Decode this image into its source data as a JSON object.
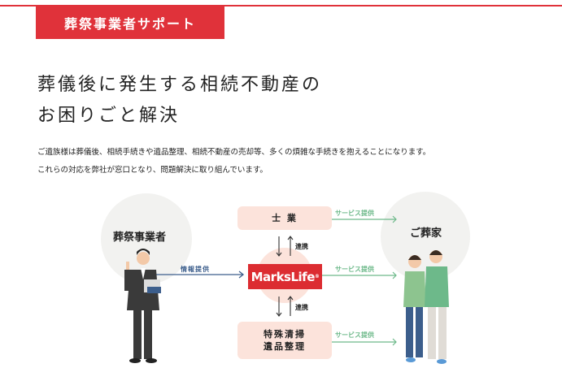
{
  "header": {
    "tag": "葬祭事業者サポート",
    "title_line1": "葬儀後に発生する相続不動産の",
    "title_line2": "お困りごと解決"
  },
  "intro": {
    "line1": "ご遺族様は葬儀後、相続手続きや遺品整理、相続不動産の売却等、多くの煩雑な手続きを抱えることになります。",
    "line2": "これらの対応を弊社が窓口となり、問題解決に取り組んでいます。"
  },
  "diagram": {
    "left_label": "葬祭事業者",
    "right_label": "ご葬家",
    "info_label": "情報提供",
    "top_box": "士 業",
    "bottom_box_line1": "特殊清掃",
    "bottom_box_line2": "遺品整理",
    "logo": "MarksLife",
    "logo_mark": "®",
    "link_top": "連携",
    "link_bottom": "連携",
    "service_top": "サービス提供",
    "service_middle": "サービス提供",
    "service_bottom": "サービス提供"
  },
  "colors": {
    "brand_red": "#e0323a",
    "pink": "#fce3db",
    "green": "#6db98a",
    "blue": "#3c5e8c"
  }
}
